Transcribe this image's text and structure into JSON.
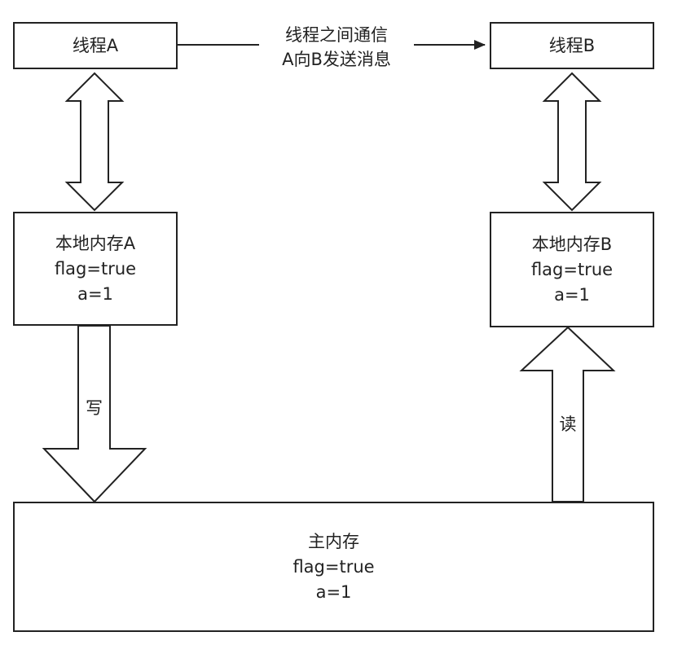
{
  "nodes": {
    "thread_a": {
      "lines": [
        "线程A"
      ]
    },
    "thread_b": {
      "lines": [
        "线程B"
      ]
    },
    "local_a": {
      "lines": [
        "本地内存A",
        "flag=true",
        "a=1"
      ]
    },
    "local_b": {
      "lines": [
        "本地内存B",
        "flag=true",
        "a=1"
      ]
    },
    "main_memory": {
      "lines": [
        "主内存",
        "flag=true",
        "a=1"
      ]
    }
  },
  "edges": {
    "thread_communication": {
      "lines": [
        "线程之间通信",
        "A向B发送消息"
      ]
    },
    "write": {
      "label": "写"
    },
    "read": {
      "label": "读"
    }
  },
  "colors": {
    "stroke": "#222222",
    "fill": "#ffffff"
  }
}
